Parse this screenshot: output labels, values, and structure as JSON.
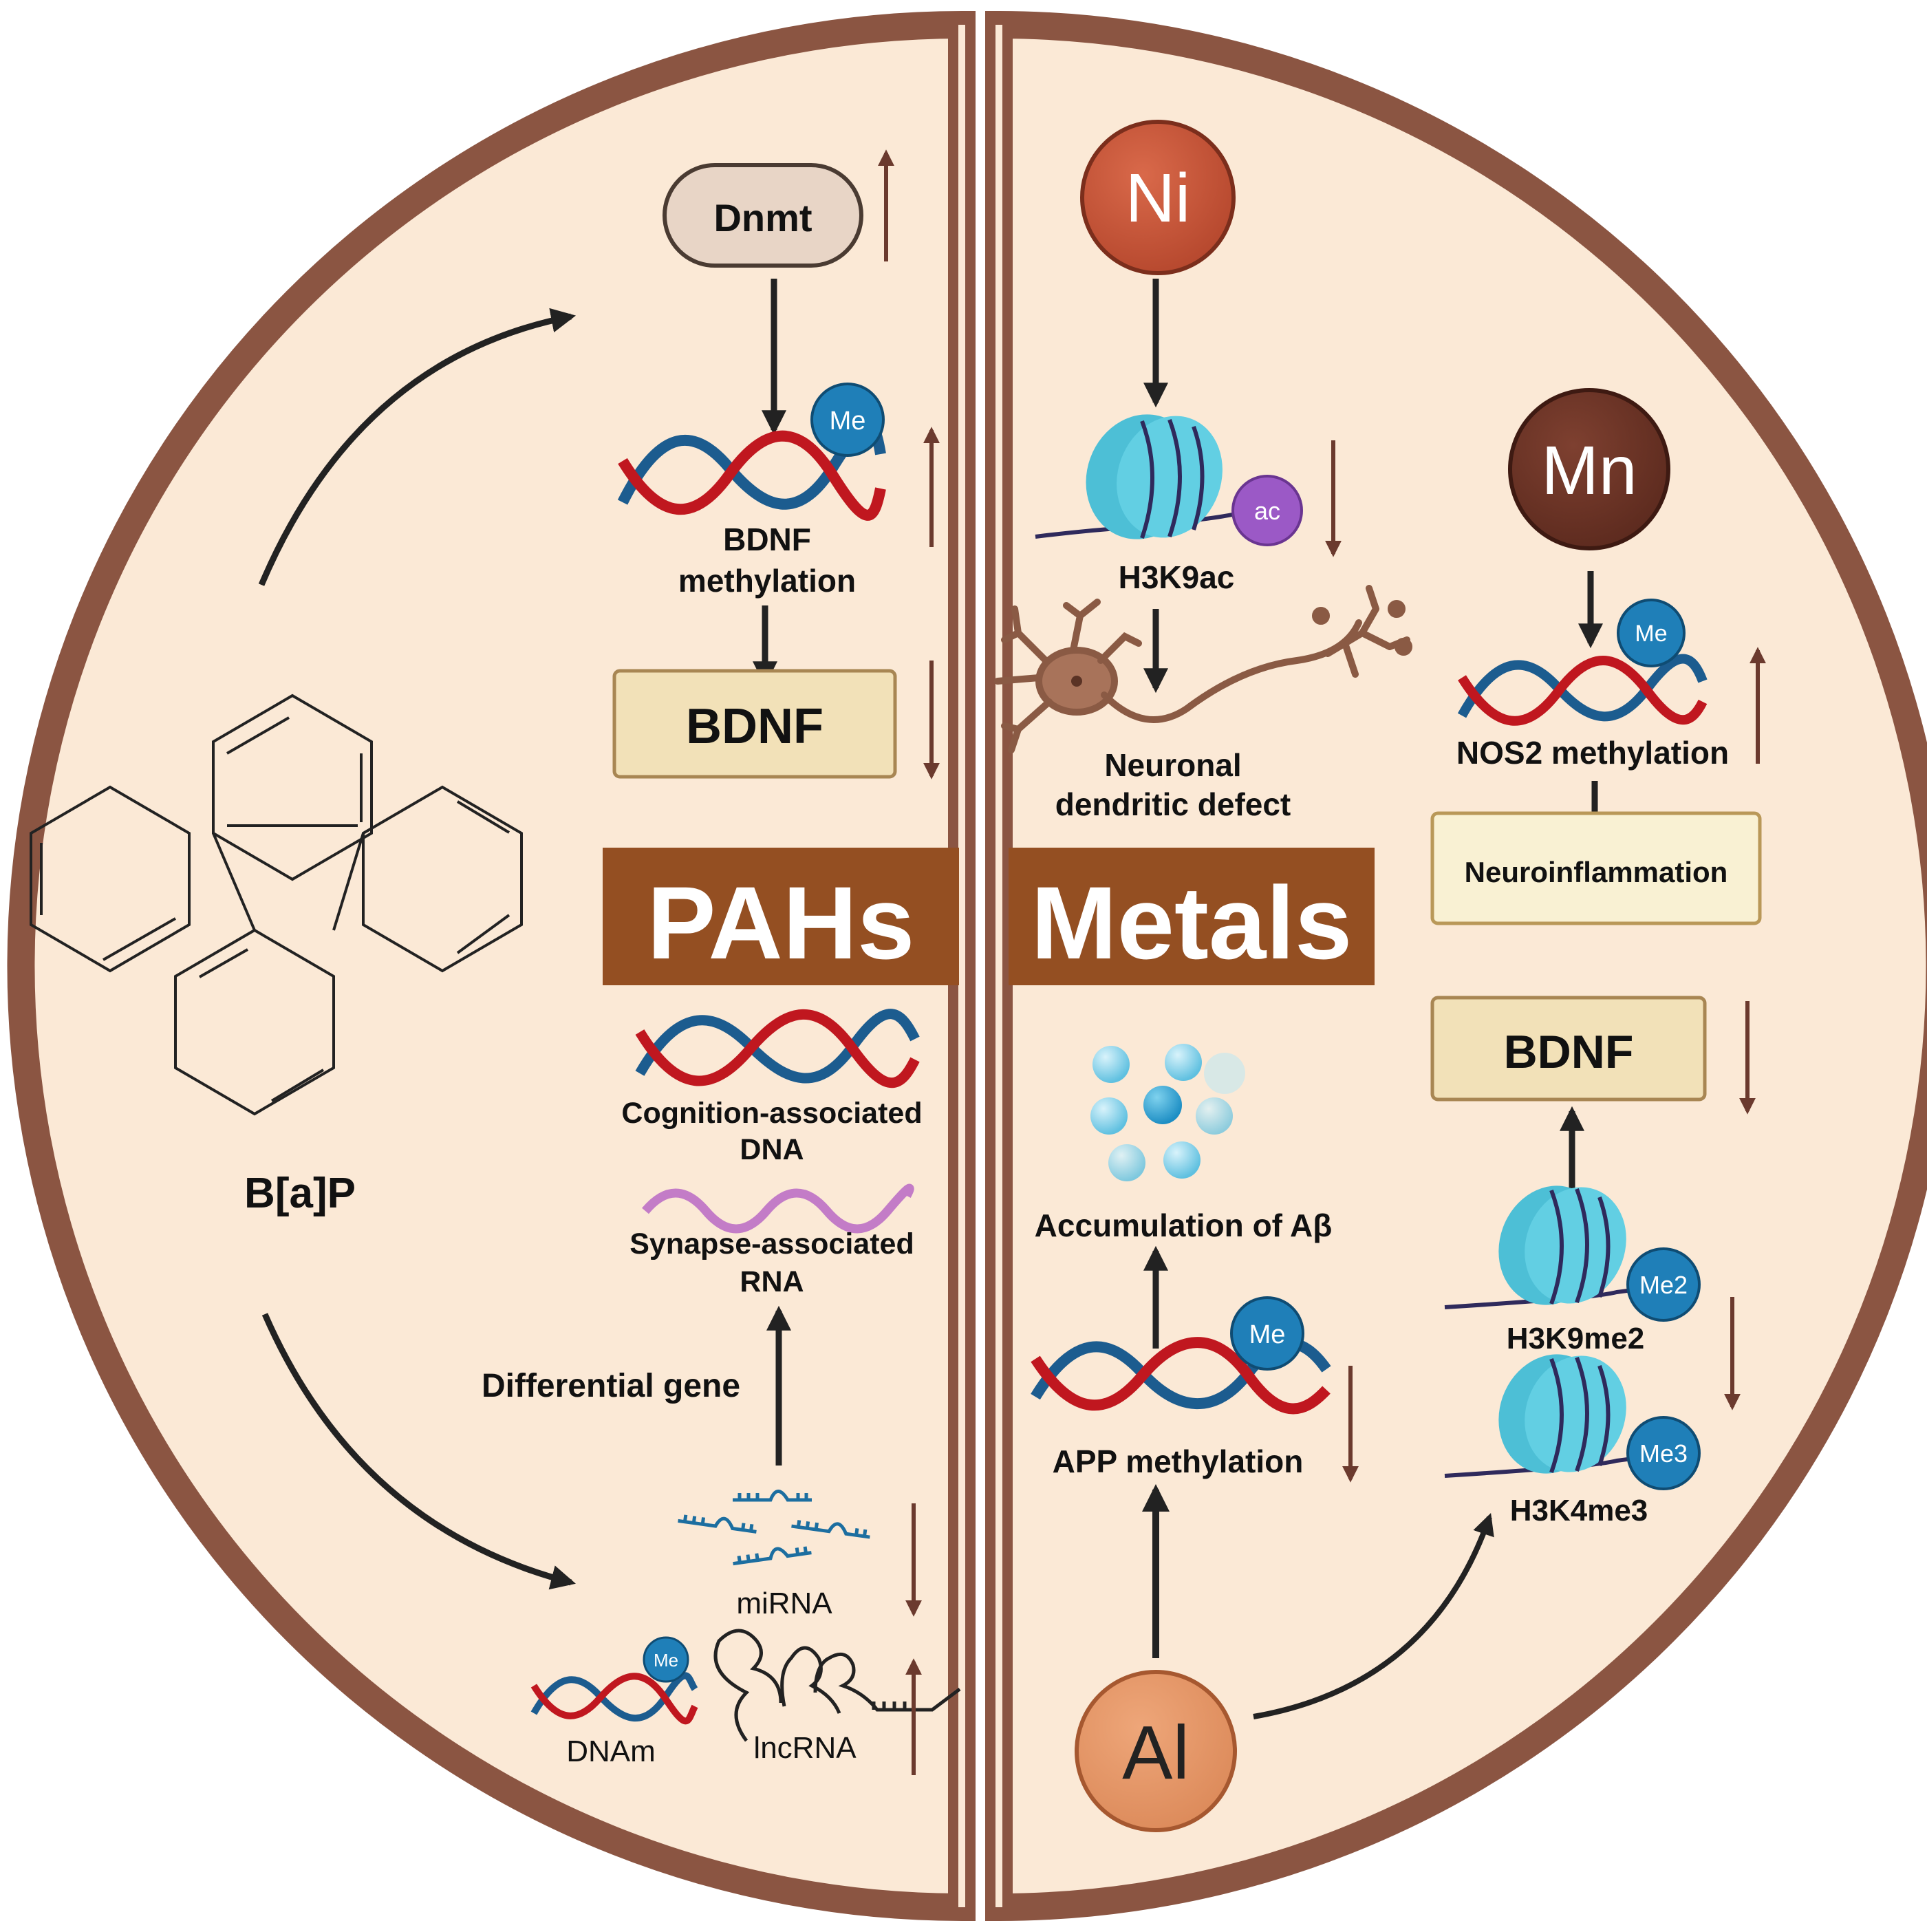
{
  "left_half": {
    "banner": "PAHs",
    "compound": "B[a]P",
    "dnmt": "Dnmt",
    "bdnf_meth_line1": "BDNF",
    "bdnf_meth_line2": "methylation",
    "bdnf": "BDNF",
    "cog_dna_line1": "Cognition-associated",
    "cog_dna_line2": "DNA",
    "syn_rna_line1": "Synapse-associated",
    "syn_rna_line2": "RNA",
    "diff_gene": "Differential gene",
    "mirna": "miRNA",
    "dnam": "DNAm",
    "lncrna": "lncRNA",
    "me_tag": "Me"
  },
  "right_half": {
    "banner": "Metals",
    "ni": "Ni",
    "mn": "Mn",
    "al": "Al",
    "h3k9ac": "H3K9ac",
    "ac_tag": "ac",
    "neuronal_line1": "Neuronal",
    "neuronal_line2": "dendritic defect",
    "nos2": "NOS2 methylation",
    "neuroinflammation": "Neuroinflammation",
    "bdnf": "BDNF",
    "abeta": "Accumulation of Aβ",
    "app": "APP methylation",
    "h3k9me2": "H3K9me2",
    "me2_tag": "Me2",
    "h3k4me3": "H3K4me3",
    "me3_tag": "Me3",
    "me_tag": "Me"
  },
  "colors": {
    "ring": "#8B5542",
    "background": "#FBE9D6",
    "banner": "#944F22",
    "arrow_up_down": "#6B3A2E",
    "dna_red": "#C0171F",
    "dna_blue": "#1C5C8F",
    "me_ball": "#1F7FB8",
    "ni": "#C9583A",
    "mn": "#6E3426",
    "al": "#E5996A",
    "nucleosome": "#4DBFD6",
    "acetyl": "#9B59C6"
  }
}
